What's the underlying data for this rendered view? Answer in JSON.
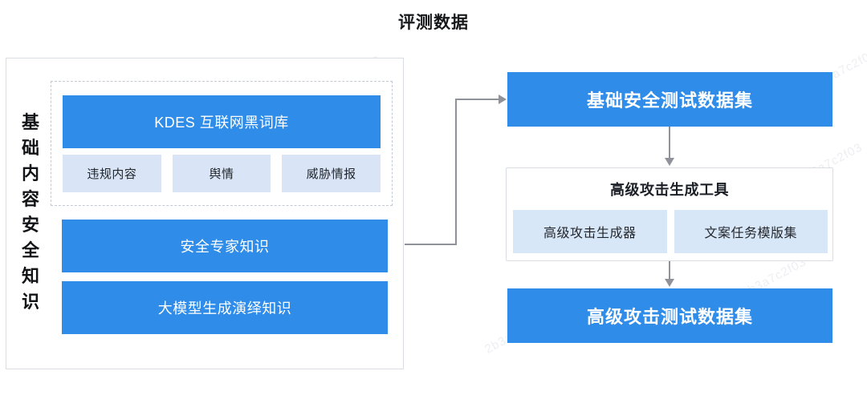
{
  "title": "评测数据",
  "left_panel": {
    "label": "基础内容安全知识",
    "kdes_group": {
      "header": "KDES 互联网黑词库",
      "chips": [
        "违规内容",
        "舆情",
        "威胁情报"
      ]
    },
    "expert_box": "安全专家知识",
    "llm_box": "大模型生成演绎知识"
  },
  "right_flow": {
    "basic_dataset": "基础安全测试数据集",
    "tool_box": {
      "title": "高级攻击生成工具",
      "chips": [
        "高级攻击生成器",
        "文案任务模版集"
      ]
    },
    "advanced_dataset": "高级攻击测试数据集"
  },
  "colors": {
    "primary_blue": "#2F8CE8",
    "chip_blue": "#D9E5F6",
    "arrow_gray": "#8F9399",
    "border_gray": "#D9DDE3"
  },
  "watermark": {
    "text": "2b3a7c2f03"
  }
}
